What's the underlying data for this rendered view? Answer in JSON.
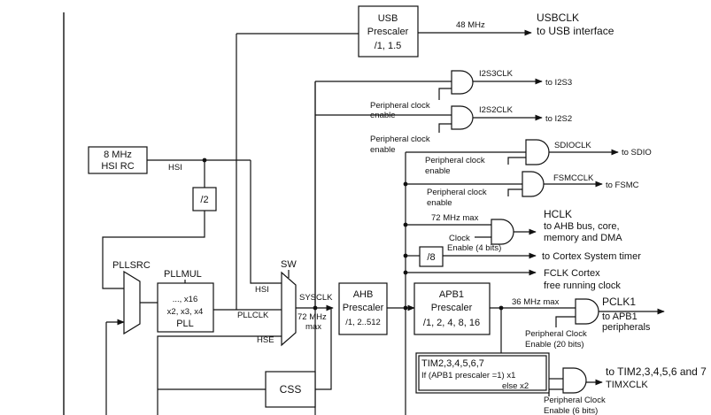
{
  "usb": {
    "box_line1": "USB",
    "box_line2": "Prescaler",
    "box_line3": "/1, 1.5",
    "freq": "48 MHz",
    "out_line1": "USBCLK",
    "out_line2": "to USB interface"
  },
  "i2s3": {
    "clk": "I2S3CLK",
    "dest": "to I2S3",
    "enable_line1": "Peripheral clock",
    "enable_line2": "enable"
  },
  "i2s2": {
    "clk": "I2S2CLK",
    "dest": "to I2S2",
    "enable_line1": "Peripheral clock",
    "enable_line2": "enable"
  },
  "sdio": {
    "clk": "SDIOCLK",
    "dest": "to SDIO",
    "enable_line1": "Peripheral clock",
    "enable_line2": "enable"
  },
  "fsmc": {
    "clk": "FSMCCLK",
    "dest": "to FSMC",
    "enable_line1": "Peripheral clock",
    "enable_line2": "enable"
  },
  "hsi_rc": {
    "line1": "8 MHz",
    "line2": "HSI RC",
    "label": "HSI"
  },
  "div2": "/2",
  "pll": {
    "src_label": "PLLSRC",
    "mul_label": "PLLMUL",
    "line1": "..., x16",
    "line2": "x2, x3, x4",
    "line3": "PLL"
  },
  "sw": {
    "label": "SW",
    "hsi": "HSI",
    "pllclk": "PLLCLK",
    "hse": "HSE",
    "sysclk": "SYSCLK",
    "max_line1": "72 MHz",
    "max_line2": "max"
  },
  "ahb": {
    "line1": "AHB",
    "line2": "Prescaler",
    "line3": "/1, 2..512"
  },
  "hclk": {
    "max": "72 MHz max",
    "clock_label": "Clock",
    "enable_label": "Enable (4 bits)",
    "out_line1": "HCLK",
    "out_line2": "to AHB bus, core,",
    "out_line3": "memory and DMA"
  },
  "div8": "/8",
  "cortex_timer": "to Cortex System timer",
  "fclk": {
    "line1": "FCLK Cortex",
    "line2": "free running clock"
  },
  "apb1": {
    "line1": "APB1",
    "line2": "Prescaler",
    "line3": "/1, 2, 4, 8, 16",
    "max": "36 MHz max",
    "pclk": "PCLK1",
    "dest_line1": "to APB1",
    "dest_line2": "peripherals",
    "enable_line1": "Peripheral Clock",
    "enable_line2": "Enable (20 bits)"
  },
  "tim": {
    "line1": "TIM2,3,4,5,6,7",
    "line2": "If (APB1 prescaler =1) x1",
    "line3": "else  x2",
    "dest": "to TIM2,3,4,5,6 and 7",
    "timxclk": "TIMXCLK",
    "enable_line1": "Peripheral Clock",
    "enable_line2": "Enable (6 bits)"
  },
  "css": "CSS"
}
